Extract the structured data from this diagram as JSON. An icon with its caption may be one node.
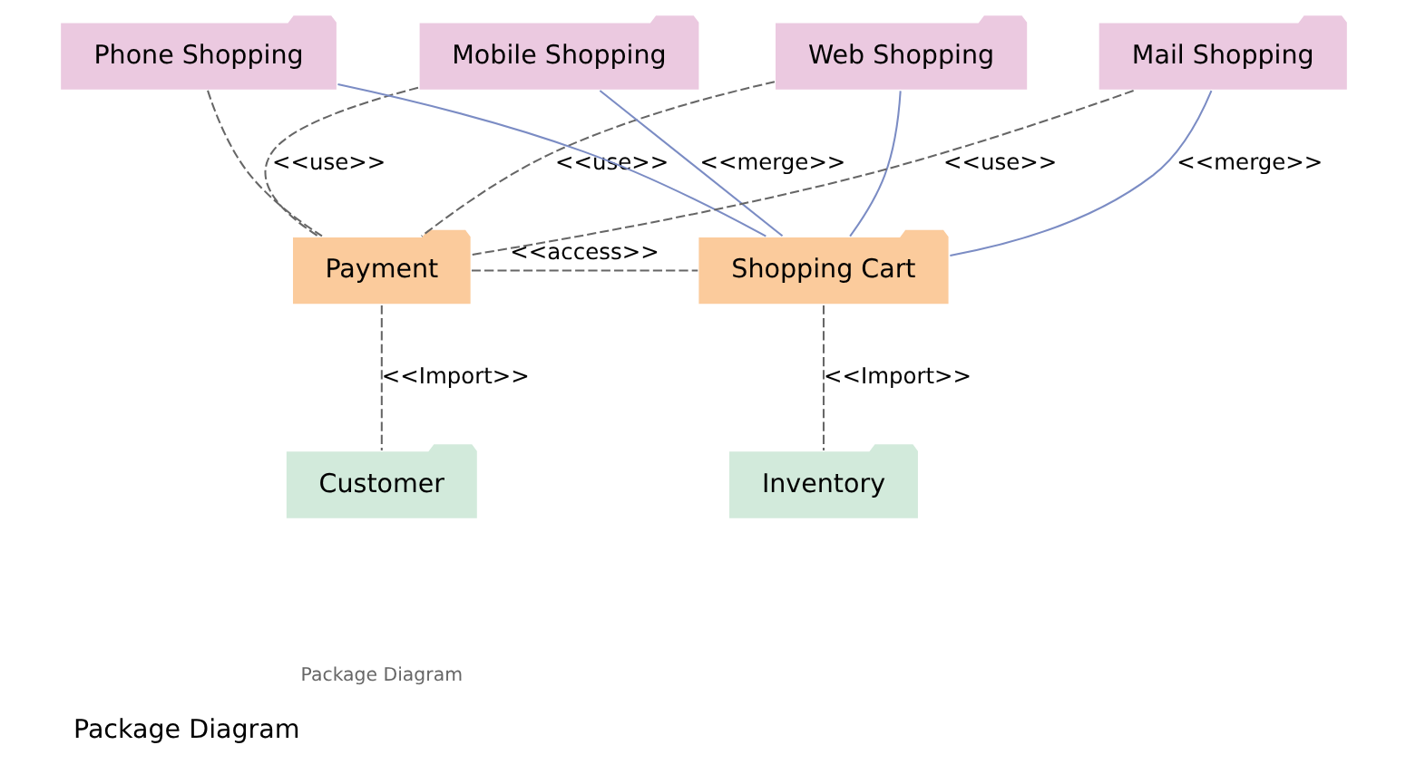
{
  "diagram": {
    "title": "Package Diagram",
    "caption": "Package Diagram",
    "nodes": [
      {
        "text": [
          "Web Shopping"
        ]
      },
      {
        "text": [
          "Mobile Shopping"
        ]
      },
      {
        "text": [
          "Phone Shopping"
        ]
      },
      {
        "text": [
          "Mail Shopping"
        ]
      },
      {
        "text": [
          "Payment"
        ]
      },
      {
        "text": [
          "Shopping Cart"
        ]
      },
      {
        "text": [
          "Customer"
        ]
      },
      {
        "text": [
          "Inventory"
        ]
      }
    ],
    "edges": [
      {
        "from": 0,
        "to": 5,
        "arrow": "none",
        "color": "#7b8cc4"
      },
      {
        "from": 1,
        "to": 5,
        "arrow": "none",
        "label": "<<merge>>",
        "color": "#7b8cc4"
      },
      {
        "from": 2,
        "to": 5,
        "arrow": "none",
        "color": "#7b8cc4"
      },
      {
        "from": 3,
        "to": 5,
        "arrow": "none",
        "label": "<<merge>>",
        "color": "#7b8cc4"
      },
      {
        "from": 0,
        "to": 4,
        "arrow": "none",
        "style": "dashed",
        "label": "<<use>>"
      },
      {
        "from": 1,
        "to": 4,
        "arrow": "none",
        "style": "dashed",
        "label": "<<use>>"
      },
      {
        "from": 2,
        "to": 4,
        "arrow": "none",
        "style": "dashed"
      },
      {
        "from": 3,
        "to": 4,
        "arrow": "none",
        "style": "dashed",
        "label": "<<use>>"
      },
      {
        "from": 4,
        "to": 5,
        "arrow": "none",
        "style": "dashed",
        "label": "<<access>>"
      },
      {
        "from": 4,
        "to": 6,
        "arrow": "none",
        "style": "dashed",
        "label": "<<Import>>"
      },
      {
        "from": 5,
        "to": 7,
        "arrow": "none",
        "style": "dashed",
        "label": "<<Import>>"
      }
    ]
  }
}
